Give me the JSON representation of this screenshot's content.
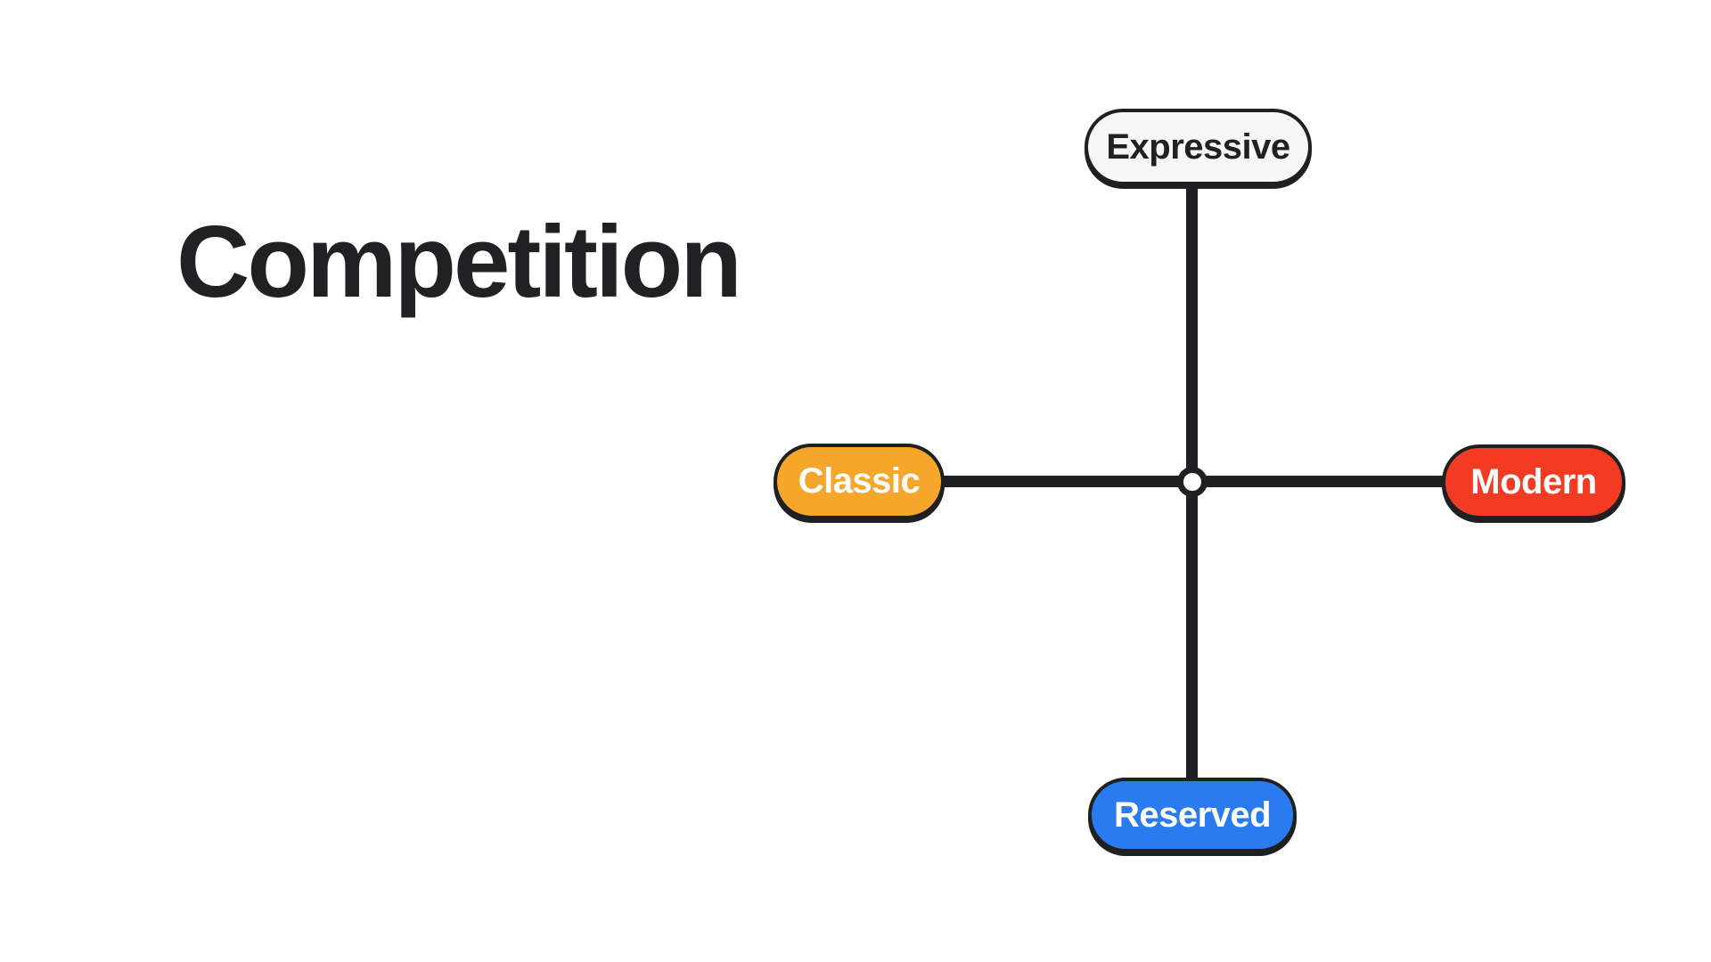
{
  "page": {
    "background_color": "#ffffff",
    "title": "Competition"
  },
  "diagram": {
    "type": "positioning-axes",
    "line_color": "#1e2022",
    "center_marker": "open-circle",
    "axes": [
      {
        "orientation": "vertical",
        "top_label": "Expressive",
        "bottom_label": "Reserved"
      },
      {
        "orientation": "horizontal",
        "left_label": "Classic",
        "right_label": "Modern"
      }
    ],
    "nodes": [
      {
        "position": "top",
        "label": "Expressive",
        "fill": "#f7f7f6",
        "text_color": "#1f2123"
      },
      {
        "position": "left",
        "label": "Classic",
        "fill": "#f5a62b",
        "text_color": "#ffffff"
      },
      {
        "position": "right",
        "label": "Modern",
        "fill": "#f23b22",
        "text_color": "#ffffff"
      },
      {
        "position": "bottom",
        "label": "Reserved",
        "fill": "#2b7bf0",
        "text_color": "#ffffff"
      }
    ]
  }
}
